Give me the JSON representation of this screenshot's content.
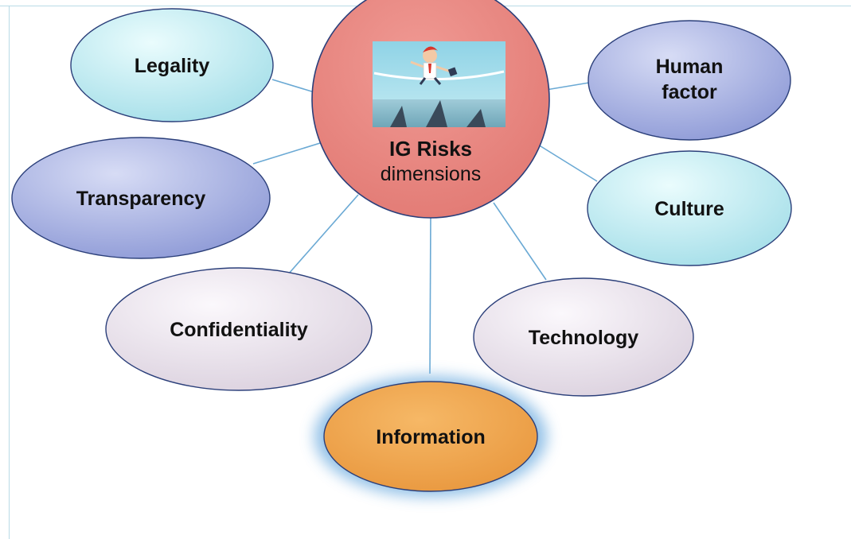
{
  "center": {
    "title": "IG Risks",
    "subtitle": "dimensions",
    "fill": "#e8847f",
    "illustration": "businessman-tightrope-over-sharks-image"
  },
  "nodes": [
    {
      "id": "legality",
      "label": "Legality",
      "style": "cyan"
    },
    {
      "id": "human-factor",
      "label_lines": [
        "Human",
        "factor"
      ],
      "style": "blue"
    },
    {
      "id": "transparency",
      "label": "Transparency",
      "style": "blue"
    },
    {
      "id": "culture",
      "label": "Culture",
      "style": "cyan"
    },
    {
      "id": "confidentiality",
      "label": "Confidentiality",
      "style": "lavender"
    },
    {
      "id": "technology",
      "label": "Technology",
      "style": "lavender"
    },
    {
      "id": "information",
      "label": "Information",
      "style": "orange"
    }
  ],
  "colors": {
    "connector": "#6aa9d4",
    "cyan_fill": "#c6eef3",
    "blue_fill": "#b6bde6",
    "lavender_fill": "#ece5ee",
    "orange_fill": "#f0a951",
    "center_fill": "#e8847f",
    "outline": "#2b3f7a"
  }
}
